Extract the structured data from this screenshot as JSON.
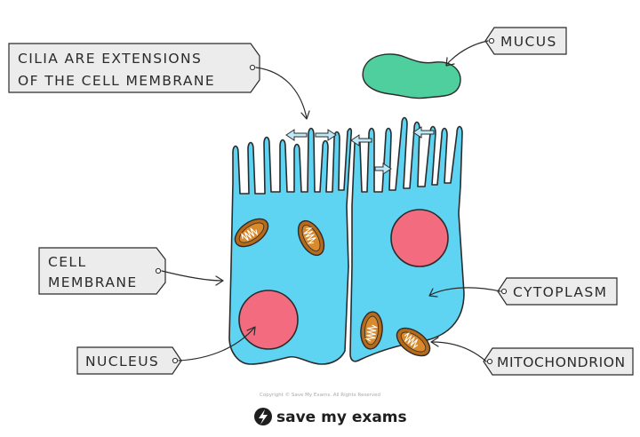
{
  "labels": {
    "cilia_line1": "CILIA ARE EXTENSIONS",
    "cilia_line2": "OF THE CELL MEMBRANE",
    "mucus": "MUCUS",
    "cell_membrane_line1": "CELL",
    "cell_membrane_line2": "MEMBRANE",
    "cytoplasm": "CYTOPLASM",
    "nucleus": "NUCLEUS",
    "mitochondrion": "MITOCHONDRION"
  },
  "footer": {
    "copyright": "Copyright © Save My Exams. All Rights Reserved",
    "brand": "save my exams"
  },
  "colors": {
    "cell_fill": "#5fd4f2",
    "nucleus_fill": "#f26b7e",
    "mucus_fill": "#4fcf9e",
    "mitochondrion_fill": "#b56a1c",
    "label_box_fill": "#ececec",
    "outline": "#2b2b2b"
  }
}
